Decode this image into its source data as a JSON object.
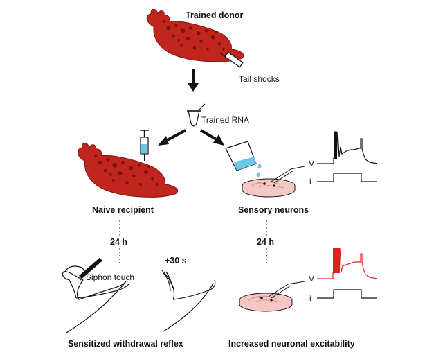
{
  "labels": {
    "trained_donor": "Trained donor",
    "tail_shocks": "Tail shocks",
    "trained_rna": "Trained RNA",
    "naive_recipient": "Naive recipient",
    "sensory_neurons": "Sensory neurons",
    "delay_left": "24 h",
    "delay_right": "24 h",
    "siphon_touch": "Siphon touch",
    "plus_30s": "+30 s",
    "sensitized_reflex": "Sensitized withdrawal reflex",
    "increased_excitability": "Increased neuronal excitability",
    "trace_top_v": "V",
    "trace_top_i": "i",
    "trace_bottom_v": "V",
    "trace_bottom_i": "i"
  },
  "colors": {
    "aplysia_red": "#c0251e",
    "aplysia_spots": "#7a1410",
    "dish_pink": "#f4c7c3",
    "liquid_blue": "#6ec6e8",
    "trace_red": "#e0201b",
    "ink": "#111111"
  }
}
